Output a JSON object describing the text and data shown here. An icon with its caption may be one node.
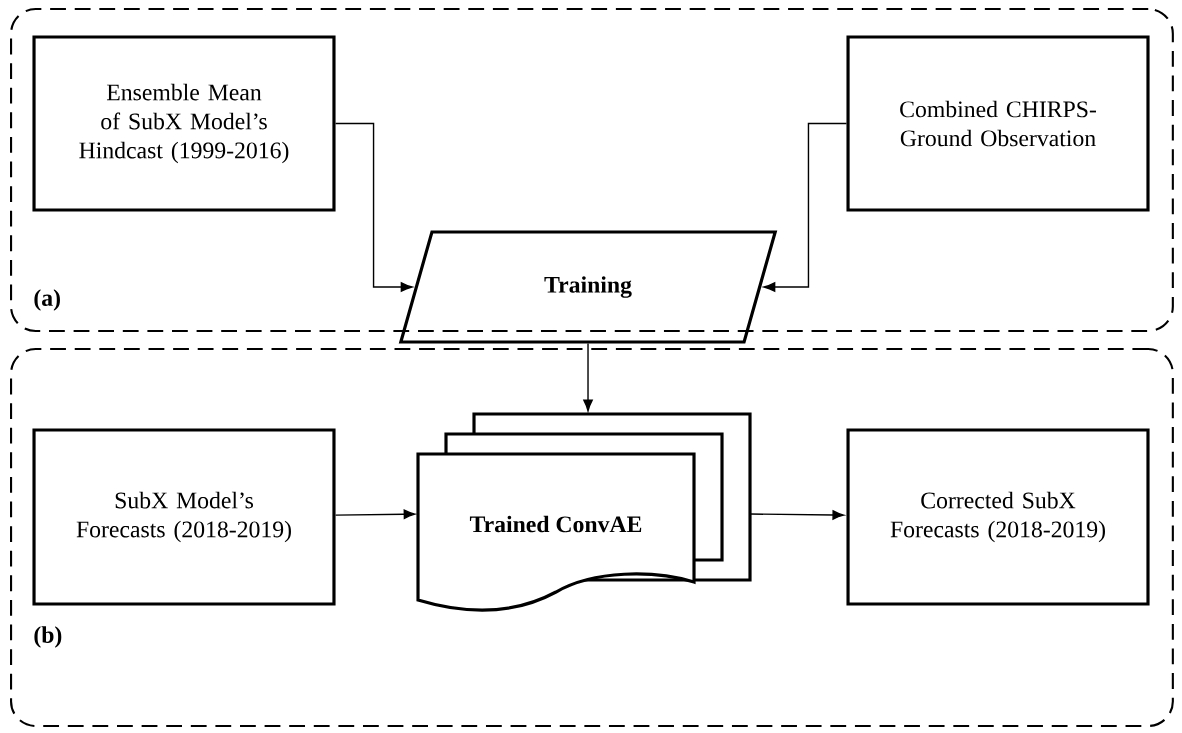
{
  "diagram": {
    "nodes": [
      {
        "text": [
          "(a)"
        ]
      },
      {
        "text": [
          "Ensemble Mean of SubX Model’s Hindcast (1999-2016)"
        ],
        "in": 0
      },
      {
        "text": [
          "Combined CHIRPS-Ground Observation"
        ],
        "in": 0
      },
      {
        "text": [
          "Training"
        ]
      },
      {
        "text": [
          "(b)"
        ]
      },
      {
        "text": [
          "SubX Model’s Forecasts (2018-2019)"
        ],
        "in": 4
      },
      {
        "text": [
          "Trained ConvAE"
        ],
        "in": 4
      },
      {
        "text": [
          "Corrected SubX Forecasts (2018-2019)"
        ],
        "in": 4
      }
    ],
    "edges": [
      {
        "from": 1,
        "to": 3,
        "arrow": "to"
      },
      {
        "from": 2,
        "to": 3,
        "arrow": "to"
      },
      {
        "from": 3,
        "to": 6,
        "arrow": "to"
      },
      {
        "from": 5,
        "to": 6,
        "arrow": "to"
      },
      {
        "from": 6,
        "to": 7,
        "arrow": "to"
      }
    ]
  }
}
